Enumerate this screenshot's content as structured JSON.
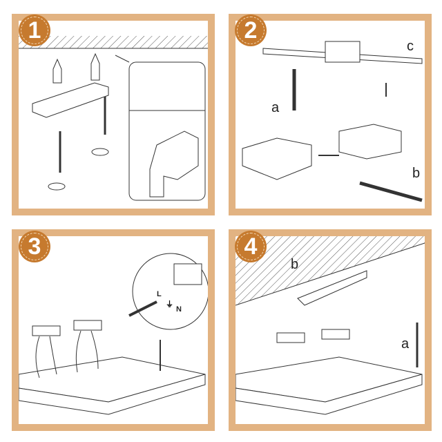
{
  "steps": [
    {
      "number": "1"
    },
    {
      "number": "2",
      "labels": {
        "a": "a",
        "b": "b",
        "c": "c"
      }
    },
    {
      "number": "3",
      "labels": {
        "l": "L",
        "n": "N"
      }
    },
    {
      "number": "4",
      "labels": {
        "a": "a",
        "b": "b"
      }
    }
  ],
  "colors": {
    "frame": "#e2b382",
    "badge": "#c67a2e"
  }
}
